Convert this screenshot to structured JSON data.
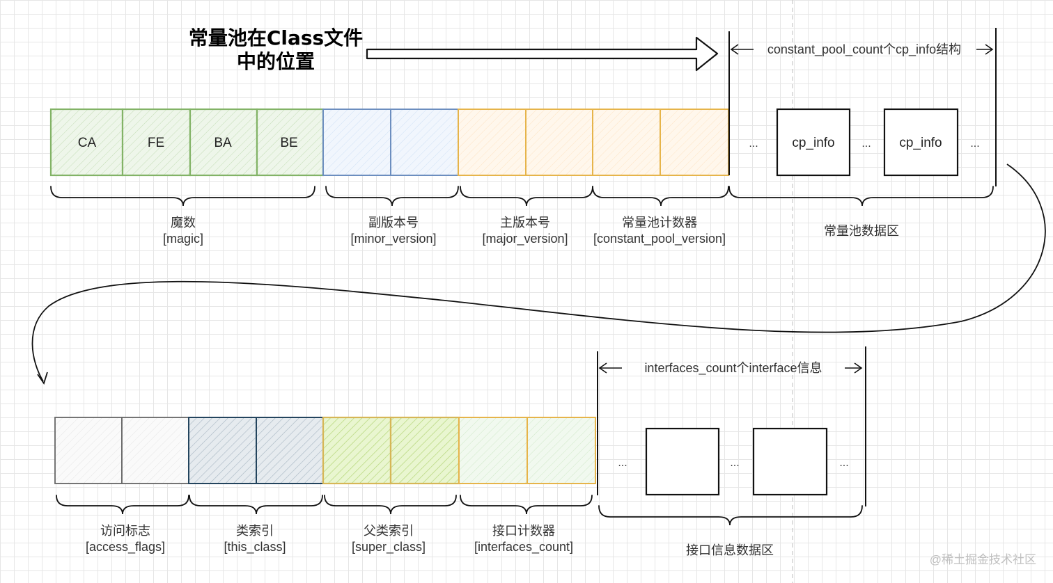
{
  "title": {
    "line1": "常量池在Class文件",
    "line2": "中的位置"
  },
  "colors": {
    "green": "#82b366",
    "green_fill": "#d5e8d4",
    "blue": "#6c8ebf",
    "blue_fill": "#dae8fc",
    "orange": "#d79b00",
    "orange_fill": "#ffe6cc",
    "gray": "#666666",
    "gray_fill": "#f5f5f5",
    "navy": "#23445d",
    "navy_fill": "#bac8d3",
    "gold": "#d6b656",
    "yellowgreen_fill": "#cdeb8b",
    "lightgreen_fill": "#d5e8d4"
  },
  "top_row": {
    "cells": [
      "CA",
      "FE",
      "BA",
      "BE",
      "",
      "",
      "",
      "",
      "",
      ""
    ],
    "groups": [
      {
        "name": "魔数",
        "field": "[magic]"
      },
      {
        "name": "副版本号",
        "field": "[minor_version]"
      },
      {
        "name": "主版本号",
        "field": "[major_version]"
      },
      {
        "name": "常量池计数器",
        "field": "[constant_pool_version]"
      },
      {
        "name": "常量池数据区",
        "field": ""
      }
    ],
    "pool_header": "constant_pool_count个cp_info结构",
    "pool_items": [
      "...",
      "cp_info",
      "...",
      "cp_info",
      "..."
    ]
  },
  "bottom_row": {
    "groups": [
      {
        "name": "访问标志",
        "field": "[access_flags]"
      },
      {
        "name": "类索引",
        "field": "[this_class]"
      },
      {
        "name": "父类索引",
        "field": "[super_class]"
      },
      {
        "name": "接口计数器",
        "field": "[interfaces_count]"
      },
      {
        "name": "接口信息数据区",
        "field": ""
      }
    ],
    "iface_header": "interfaces_count个interface信息",
    "iface_items": [
      "...",
      "",
      "...",
      "",
      "..."
    ]
  },
  "watermark": "@稀土掘金技术社区"
}
